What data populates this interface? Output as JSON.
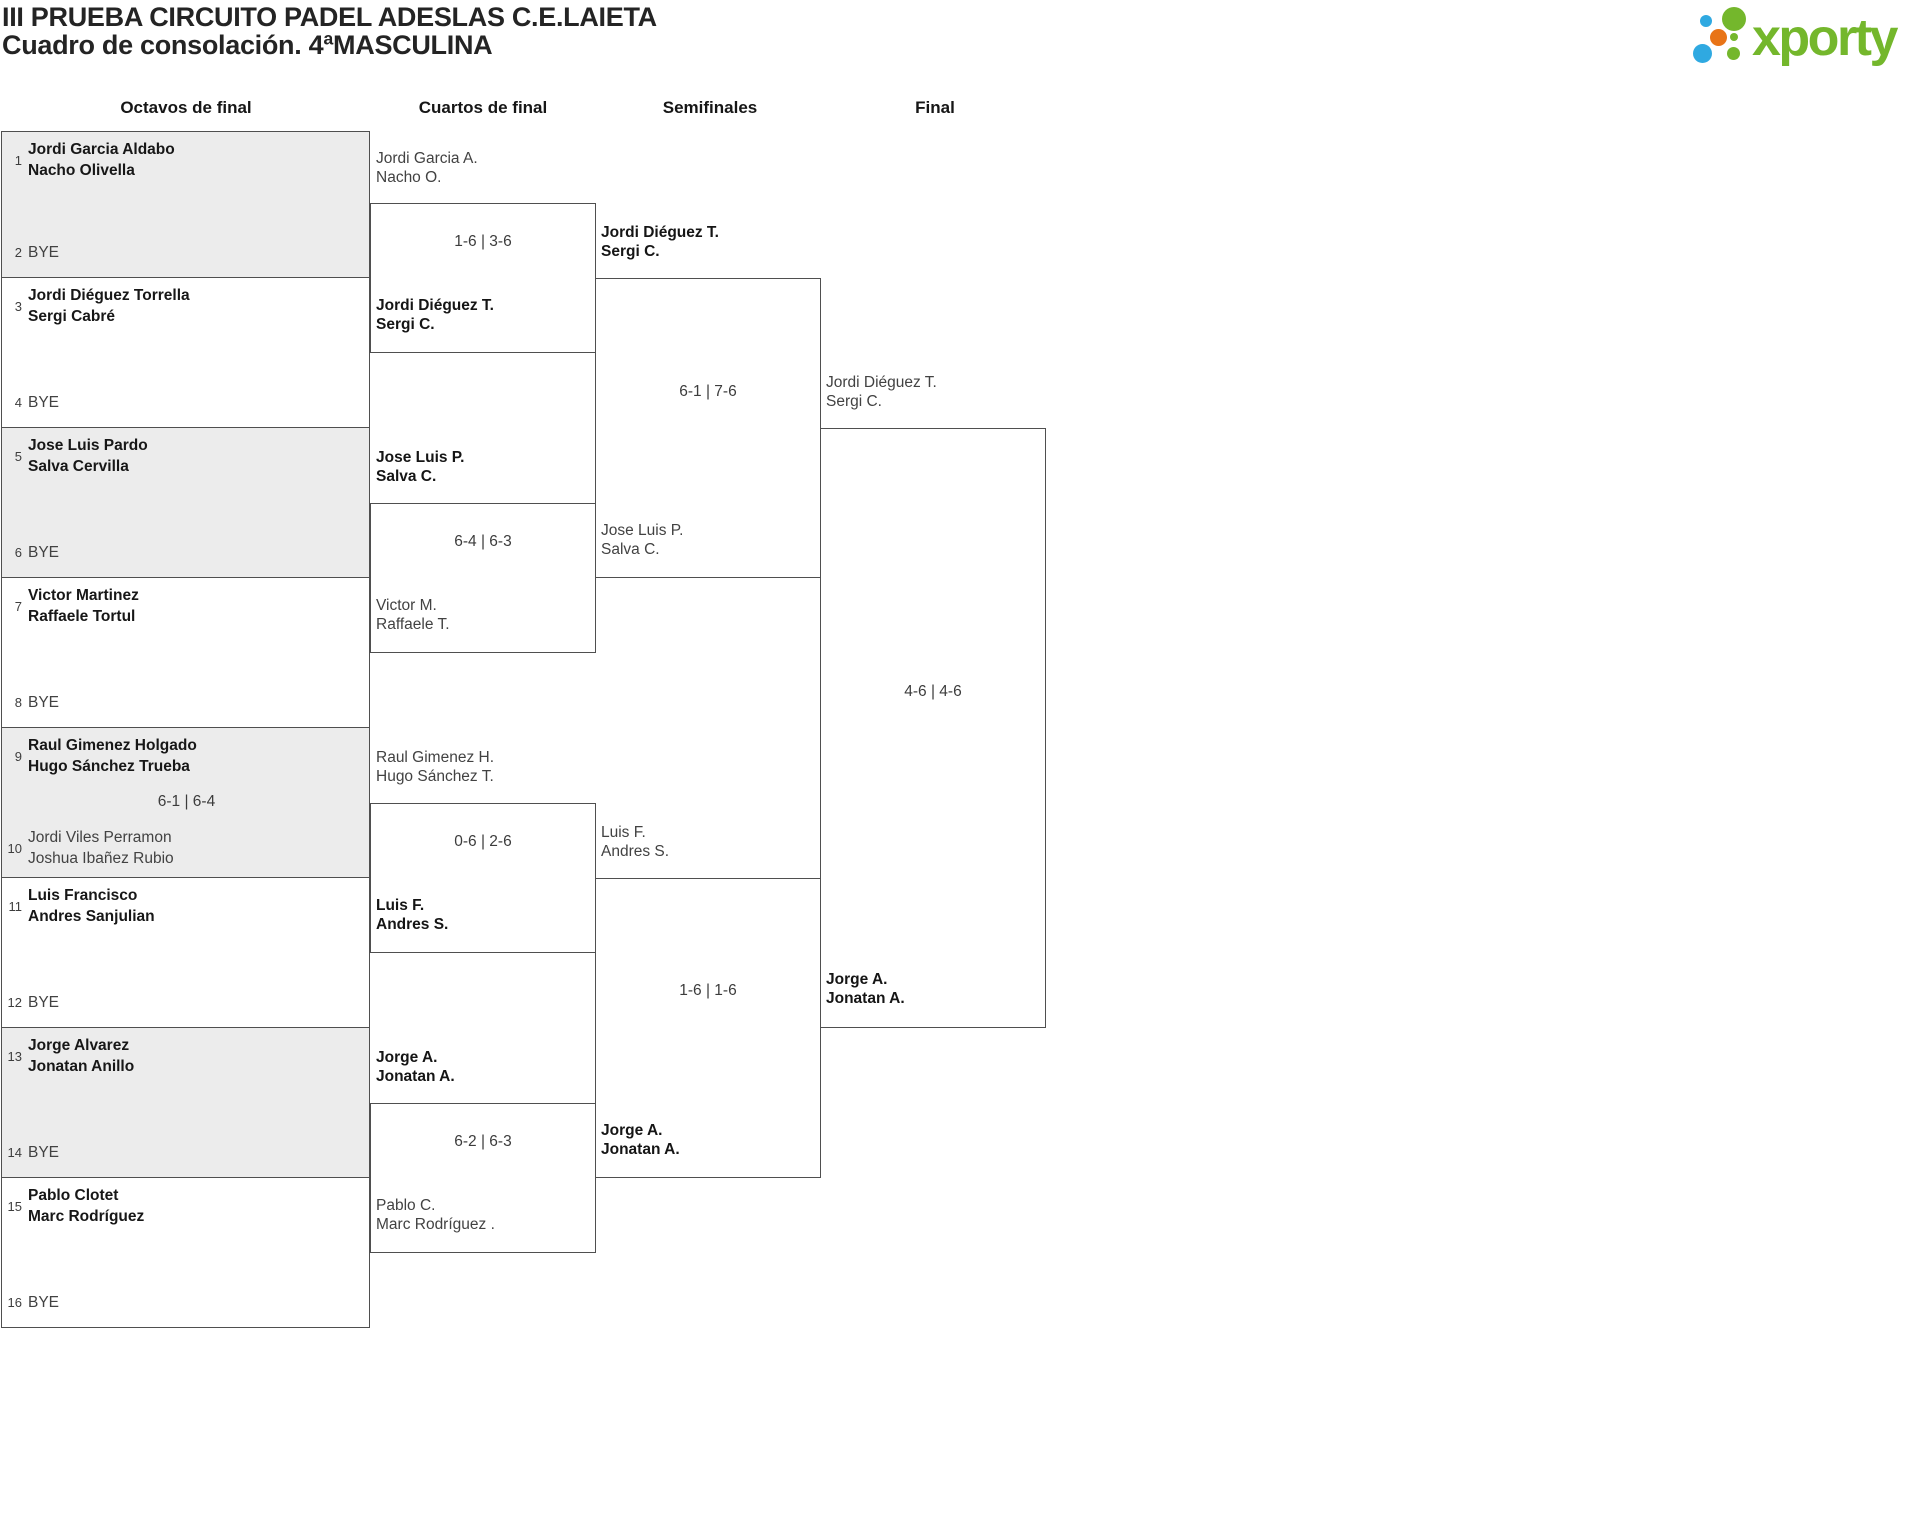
{
  "page": {
    "title": "III PRUEBA CIRCUITO PADEL ADESLAS C.E.LAIETA",
    "subtitle": "Cuadro de consolación. 4ªMASCULINA"
  },
  "logo": {
    "wordmark": "xporty"
  },
  "round_headers": [
    "Octavos de final",
    "Cuartos de final",
    "Semifinales",
    "Final"
  ],
  "round1": [
    {
      "top": {
        "seed": "1",
        "name1": "Jordi Garcia Aldabo",
        "name2": "Nacho Olivella",
        "winner": true
      },
      "score": "",
      "bottom": {
        "seed": "2",
        "name1": "BYE",
        "winner": false
      }
    },
    {
      "top": {
        "seed": "3",
        "name1": "Jordi Diéguez Torrella",
        "name2": "Sergi Cabré",
        "winner": true
      },
      "score": "",
      "bottom": {
        "seed": "4",
        "name1": "BYE",
        "winner": false
      }
    },
    {
      "top": {
        "seed": "5",
        "name1": "Jose Luis Pardo",
        "name2": "Salva Cervilla",
        "winner": true
      },
      "score": "",
      "bottom": {
        "seed": "6",
        "name1": "BYE",
        "winner": false
      }
    },
    {
      "top": {
        "seed": "7",
        "name1": "Victor Martinez",
        "name2": "Raffaele Tortul",
        "winner": true
      },
      "score": "",
      "bottom": {
        "seed": "8",
        "name1": "BYE",
        "winner": false
      }
    },
    {
      "top": {
        "seed": "9",
        "name1": "Raul Gimenez Holgado",
        "name2": "Hugo Sánchez Trueba",
        "winner": true
      },
      "score": "6-1 | 6-4",
      "bottom": {
        "seed": "10",
        "name1": "Jordi Viles Perramon",
        "name2": "Joshua Ibañez Rubio",
        "winner": false
      }
    },
    {
      "top": {
        "seed": "11",
        "name1": "Luis Francisco",
        "name2": "Andres Sanjulian",
        "winner": true
      },
      "score": "",
      "bottom": {
        "seed": "12",
        "name1": "BYE",
        "winner": false
      }
    },
    {
      "top": {
        "seed": "13",
        "name1": "Jorge Alvarez",
        "name2": "Jonatan Anillo",
        "winner": true
      },
      "score": "",
      "bottom": {
        "seed": "14",
        "name1": "BYE",
        "winner": false
      }
    },
    {
      "top": {
        "seed": "15",
        "name1": "Pablo Clotet",
        "name2": "Marc Rodríguez",
        "winner": true
      },
      "score": "",
      "bottom": {
        "seed": "16",
        "name1": "BYE",
        "winner": false
      }
    }
  ],
  "quarterfinals": [
    {
      "top": {
        "name1": "Jordi Garcia A.",
        "name2": "Nacho O.",
        "winner": false
      },
      "score": "1-6 | 3-6",
      "bottom": {
        "name1": "Jordi Diéguez T.",
        "name2": "Sergi C.",
        "winner": true
      }
    },
    {
      "top": {
        "name1": "Jose Luis P.",
        "name2": "Salva C.",
        "winner": true
      },
      "score": "6-4 | 6-3",
      "bottom": {
        "name1": "Victor M.",
        "name2": "Raffaele T.",
        "winner": false
      }
    },
    {
      "top": {
        "name1": "Raul Gimenez H.",
        "name2": "Hugo Sánchez T.",
        "winner": false
      },
      "score": "0-6 | 2-6",
      "bottom": {
        "name1": "Luis F.",
        "name2": "Andres S.",
        "winner": true
      }
    },
    {
      "top": {
        "name1": "Jorge A.",
        "name2": "Jonatan A.",
        "winner": true
      },
      "score": "6-2 | 6-3",
      "bottom": {
        "name1": "Pablo C.",
        "name2": "Marc Rodríguez .",
        "winner": false
      }
    }
  ],
  "semifinals": [
    {
      "top": {
        "name1": "Jordi Diéguez T.",
        "name2": "Sergi C.",
        "winner": true
      },
      "score": "6-1 | 7-6",
      "bottom": {
        "name1": "Jose Luis P.",
        "name2": "Salva C.",
        "winner": false
      }
    },
    {
      "top": {
        "name1": "Luis F.",
        "name2": "Andres S.",
        "winner": false
      },
      "score": "1-6 | 1-6",
      "bottom": {
        "name1": "Jorge A.",
        "name2": "Jonatan A.",
        "winner": true
      }
    }
  ],
  "final": {
    "top": {
      "name1": "Jordi Diéguez T.",
      "name2": "Sergi C.",
      "winner": false
    },
    "score": "4-6 | 4-6",
    "bottom": {
      "name1": "Jorge A.",
      "name2": "Jonatan A.",
      "winner": true
    }
  },
  "colors": {
    "brand_green": "#74b72c",
    "brand_blue": "#2fa9e1",
    "brand_orange": "#e87417",
    "shaded_box": "#ececec",
    "box_border": "#4f4f4f"
  }
}
